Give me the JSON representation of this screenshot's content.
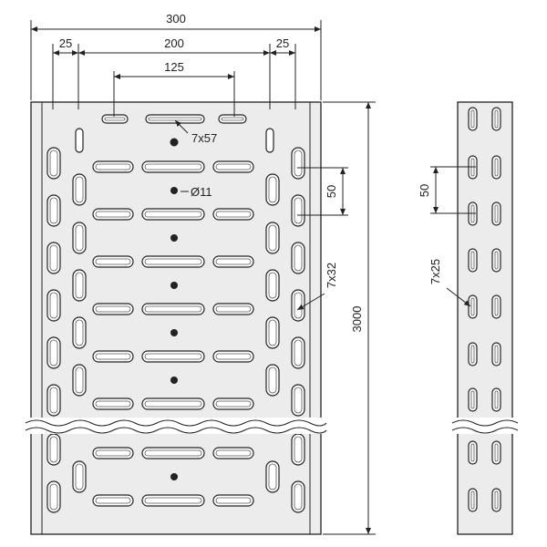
{
  "main_view": {
    "overall_width": "300",
    "edge_width_left": "25",
    "center_span": "200",
    "edge_width_right": "25",
    "top_slot_spacing": "125",
    "top_slot_size": "7x57",
    "hole_diameter": "Ø11",
    "row_pitch": "50",
    "side_slot_size": "7x32",
    "overall_length": "3000"
  },
  "side_view": {
    "slot_pitch": "50",
    "slot_size": "7x25"
  },
  "colors": {
    "line": "#222222",
    "plate_fill": "#ececec",
    "slot_fill": "#ffffff"
  }
}
